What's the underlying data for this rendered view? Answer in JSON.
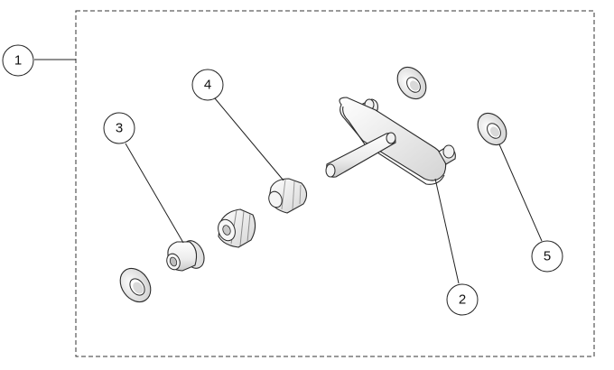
{
  "callouts": {
    "c1": "1",
    "c2": "2",
    "c3": "3",
    "c4": "4",
    "c5": "5"
  },
  "colors": {
    "line": "#222222",
    "part_light": "#f4f4f4",
    "part_shade": "#d8d8d8"
  }
}
